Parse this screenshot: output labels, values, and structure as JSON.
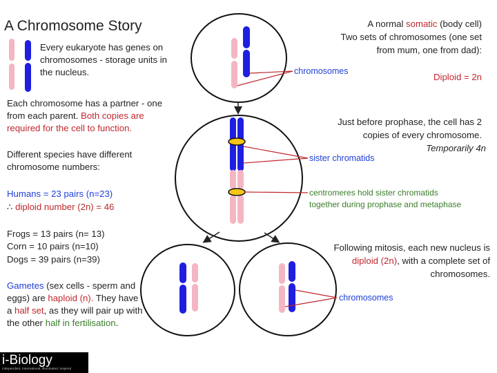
{
  "title": "A Chromosome Story",
  "left": {
    "p1": "Every eukaryote has genes on chromosomes - storage units in the nucleus.",
    "p2_black": "Each chromosome has a partner - one from each parent.",
    "p2_red": "Both copies are required for the cell to function.",
    "p3": "Different species have different chromosome numbers:",
    "humans_line1": "Humans = 23 pairs (n=23)",
    "humans_therefore": "∴",
    "humans_line2_red": "diploid number (2n) = 46",
    "frogs": "Frogs = 13 pairs (n= 13)",
    "corn": "Corn = 10 pairs (n=10)",
    "dogs": "Dogs = 39 pairs (n=39)",
    "gametes_blue": "Gametes",
    "gametes_a": "(sex cells - sperm and eggs) are",
    "haploid_red": "haploid (n).",
    "gametes_b": "They have a",
    "half_set_red": "half set",
    "gametes_c": ", as they will pair up with the other",
    "gametes_d_green": "half in fertilisation",
    "gametes_end": "."
  },
  "right": {
    "r1a": "A normal",
    "r1_somatic": "somatic",
    "r1b": "(body cell)",
    "r2": "Two sets of chromosomes (one set",
    "r3": "from mum, one from dad):",
    "diploid": "Diploid = 2n",
    "r4": "Just before prophase, the cell has 2",
    "r5": "copies of every chromosome.",
    "temporarily": "Temporarily 4n",
    "r6": "Following mitosis, each new nucleus is",
    "r7_red": "diploid (2n)",
    "r7b": ", with a complete set of",
    "r8": "chromosomes."
  },
  "labels": {
    "chromosomes_top": "chromosomes",
    "sister_chromatids": "sister chromatids",
    "centromeres_1": "centromeres hold sister chromatids",
    "centromeres_2": "together during prophase and metaphase",
    "chromosomes_bottom": "chromosomes"
  },
  "logo": {
    "main": "i-Biology",
    "sub": "independent, international, illuminated, inspired"
  },
  "colors": {
    "chromosome_blue": "#1f1fe0",
    "chromosome_pink": "#f4b6c2",
    "centromere_yellow": "#f5c518",
    "label_red": "#c0272d",
    "label_green": "#3a7d2a"
  }
}
